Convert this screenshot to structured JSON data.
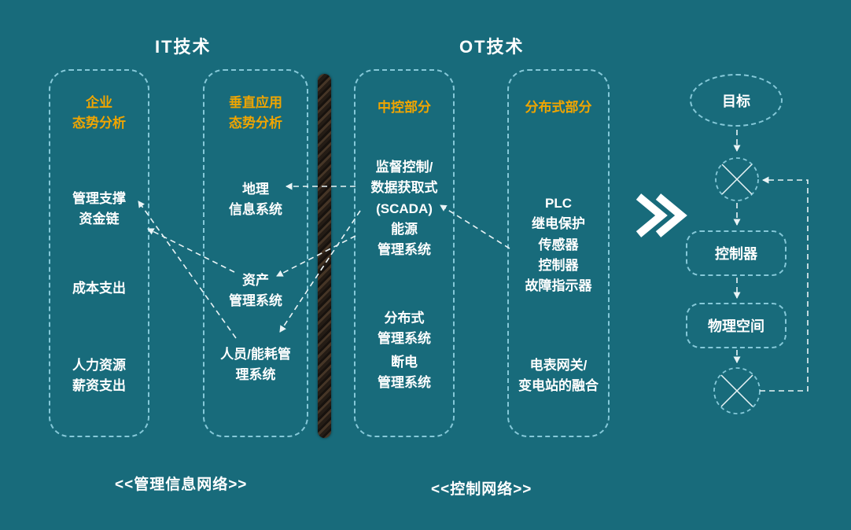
{
  "colors": {
    "background": "#186b7b",
    "header_yellow": "#f0a500",
    "text_white": "#ffffff",
    "dashed_border": "#85c8d8",
    "arrow": "#e9f4f6",
    "separator_dark": "#241c15"
  },
  "section_titles": {
    "it": "IT技术",
    "ot": "OT技术"
  },
  "columns": [
    {
      "header": "企业\n态势分析",
      "items": [
        "管理支撑\n资金链",
        "成本支出",
        "人力资源\n薪资支出"
      ]
    },
    {
      "header": "垂直应用\n态势分析",
      "items": [
        "地理\n信息系统",
        "资产\n管理系统",
        "人员/能耗管\n理系统"
      ]
    },
    {
      "header": "中控部分",
      "items": [
        "监督控制/\n数据获取式\n(SCADA)\n能源\n管理系统",
        "分布式\n管理系统",
        "断电\n管理系统"
      ]
    },
    {
      "header": "分布式部分",
      "items": [
        "PLC\n继电保护\n传感器\n控制器\n故障指示器",
        "电表网关/\n变电站的融合"
      ]
    }
  ],
  "flow": {
    "nodes": [
      "目标",
      "控制器",
      "物理空间"
    ]
  },
  "icons": {
    "chevron": "double-chevron-right-icon",
    "junction": "crossed-circle-junction"
  },
  "network_labels": {
    "it": "<<管理信息网络>>",
    "ot": "<<控制网络>>"
  }
}
